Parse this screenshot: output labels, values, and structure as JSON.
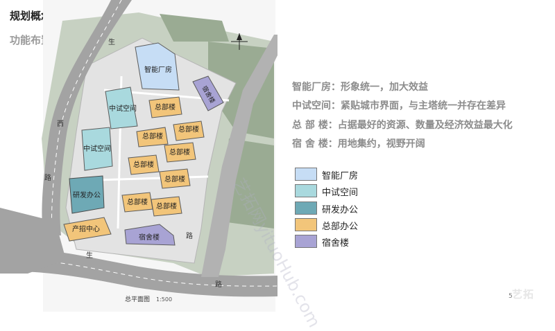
{
  "header": {
    "title": "规划概念",
    "subtitle": "功能布置"
  },
  "plan": {
    "buildings": {
      "smart_factory": "智能厂房",
      "pilot_1": "中试空间",
      "pilot_2": "中试空间",
      "rnd": "研发办公",
      "hq_1": "总部楼",
      "hq_2": "总部楼",
      "hq_3": "总部楼",
      "hq_4": "总部楼",
      "hq_5": "总部楼",
      "hq_6": "总部楼",
      "hq_7": "总部楼",
      "hq_8": "总部楼",
      "dorm_1": "宿舍楼",
      "dorm_2": "宿舍楼",
      "incubator": "产招中心"
    },
    "roads": {
      "r1": "生",
      "r2": "西",
      "r3": "路",
      "r4": "生",
      "r5": "路",
      "r6": "路"
    },
    "scale_label": "总平面图",
    "scale_value": "1:500"
  },
  "descriptions": [
    "智能厂房：形象统一，加大效益",
    "中试空间：紧贴城市界面，与主塔统一并存在差异",
    "总 部 楼：占据最好的资源、数量及经济效益最大化",
    "宿 舍 楼：用地集约，视野开阔"
  ],
  "legend": [
    {
      "label": "智能厂房",
      "color": "#c6ddf5"
    },
    {
      "label": "中试空间",
      "color": "#a9d9de"
    },
    {
      "label": "研发办公",
      "color": "#6ea9b5"
    },
    {
      "label": "总部办公",
      "color": "#f2c57a"
    },
    {
      "label": "宿舍楼",
      "color": "#a8a3d4"
    }
  ],
  "colors": {
    "road": "#a3a3a3",
    "green": "#9aab93",
    "site": "#e5e5e5"
  },
  "page_number": "5",
  "brand_mark": "艺拓",
  "watermark": "艺拓网yituoHub.com"
}
